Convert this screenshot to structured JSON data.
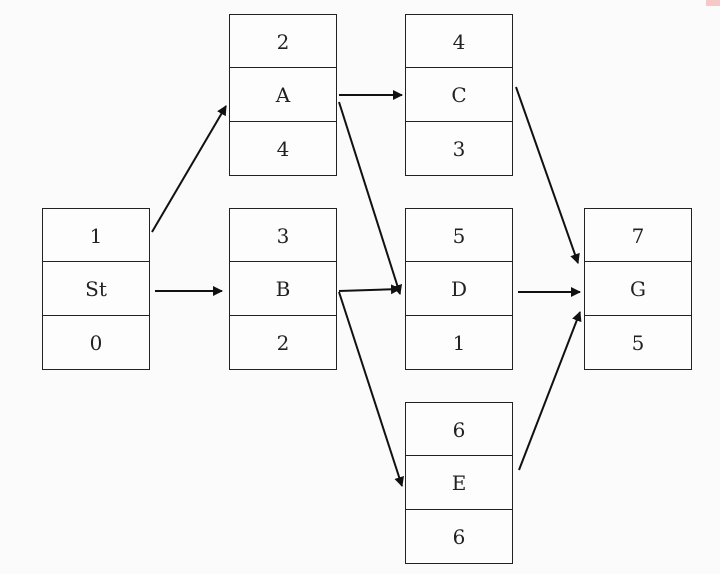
{
  "nodes": [
    {
      "id": "st",
      "top": "1",
      "name": "St",
      "bottom": "0"
    },
    {
      "id": "a",
      "top": "2",
      "name": "A",
      "bottom": "4"
    },
    {
      "id": "b",
      "top": "3",
      "name": "B",
      "bottom": "2"
    },
    {
      "id": "c",
      "top": "4",
      "name": "C",
      "bottom": "3"
    },
    {
      "id": "d",
      "top": "5",
      "name": "D",
      "bottom": "1"
    },
    {
      "id": "e",
      "top": "6",
      "name": "E",
      "bottom": "6"
    },
    {
      "id": "g",
      "top": "7",
      "name": "G",
      "bottom": "5"
    }
  ],
  "edges": [
    {
      "from": "St",
      "to": "A"
    },
    {
      "from": "St",
      "to": "B"
    },
    {
      "from": "A",
      "to": "C"
    },
    {
      "from": "A",
      "to": "D"
    },
    {
      "from": "B",
      "to": "D"
    },
    {
      "from": "B",
      "to": "E"
    },
    {
      "from": "C",
      "to": "G"
    },
    {
      "from": "D",
      "to": "G"
    },
    {
      "from": "E",
      "to": "G"
    }
  ],
  "colors": {
    "line": "#111111",
    "border": "#222222",
    "background": "#fbfbfb"
  }
}
